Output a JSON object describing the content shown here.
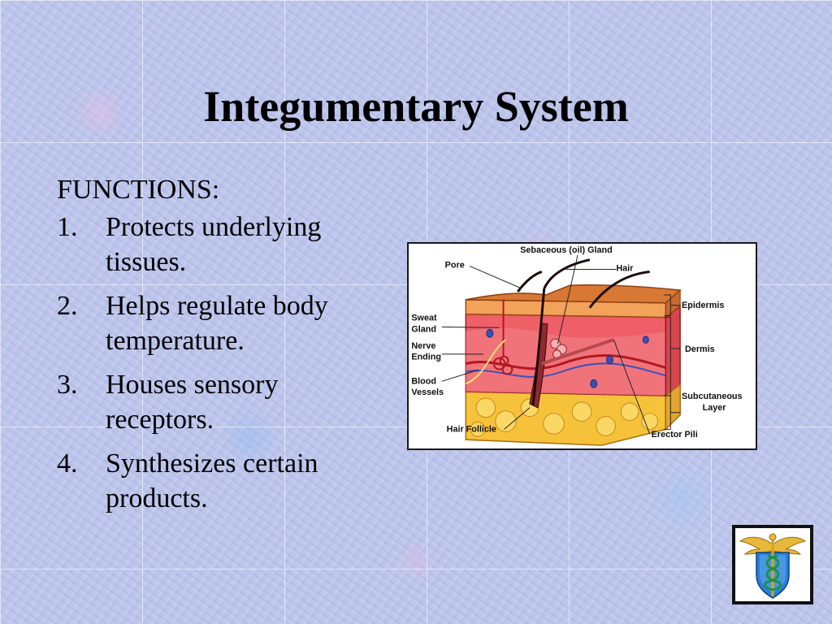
{
  "slide": {
    "title": "Integumentary System",
    "heading": "FUNCTIONS:",
    "functions": [
      {
        "number": "1.",
        "line1": "Protects underlying",
        "line2": "tissues."
      },
      {
        "number": "2.",
        "line1": "Helps regulate body",
        "line2": "temperature."
      },
      {
        "number": "3.",
        "line1": "Houses sensory",
        "line2": "receptors."
      },
      {
        "number": "4.",
        "line1": "Synthesizes certain",
        "line2": "products."
      }
    ]
  },
  "diagram": {
    "labels": {
      "sebaceous": "Sebaceous (oil) Gland",
      "pore": "Pore",
      "hair": "Hair",
      "sweat_1": "Sweat",
      "sweat_2": "Gland",
      "nerve_1": "Nerve",
      "nerve_2": "Ending",
      "blood_1": "Blood",
      "blood_2": "Vessels",
      "hair_follicle": "Hair Follicle",
      "epidermis": "Epidermis",
      "dermis": "Dermis",
      "subcutaneous_1": "Subcutaneous",
      "subcutaneous_2": "Layer",
      "erector_pili": "Erector Pili"
    }
  },
  "emblem": {
    "icon": "caduceus-icon",
    "colors": {
      "wings": "#e8b83a",
      "shield": "#2a7fd8",
      "serpent": "#1f8f4a"
    }
  }
}
